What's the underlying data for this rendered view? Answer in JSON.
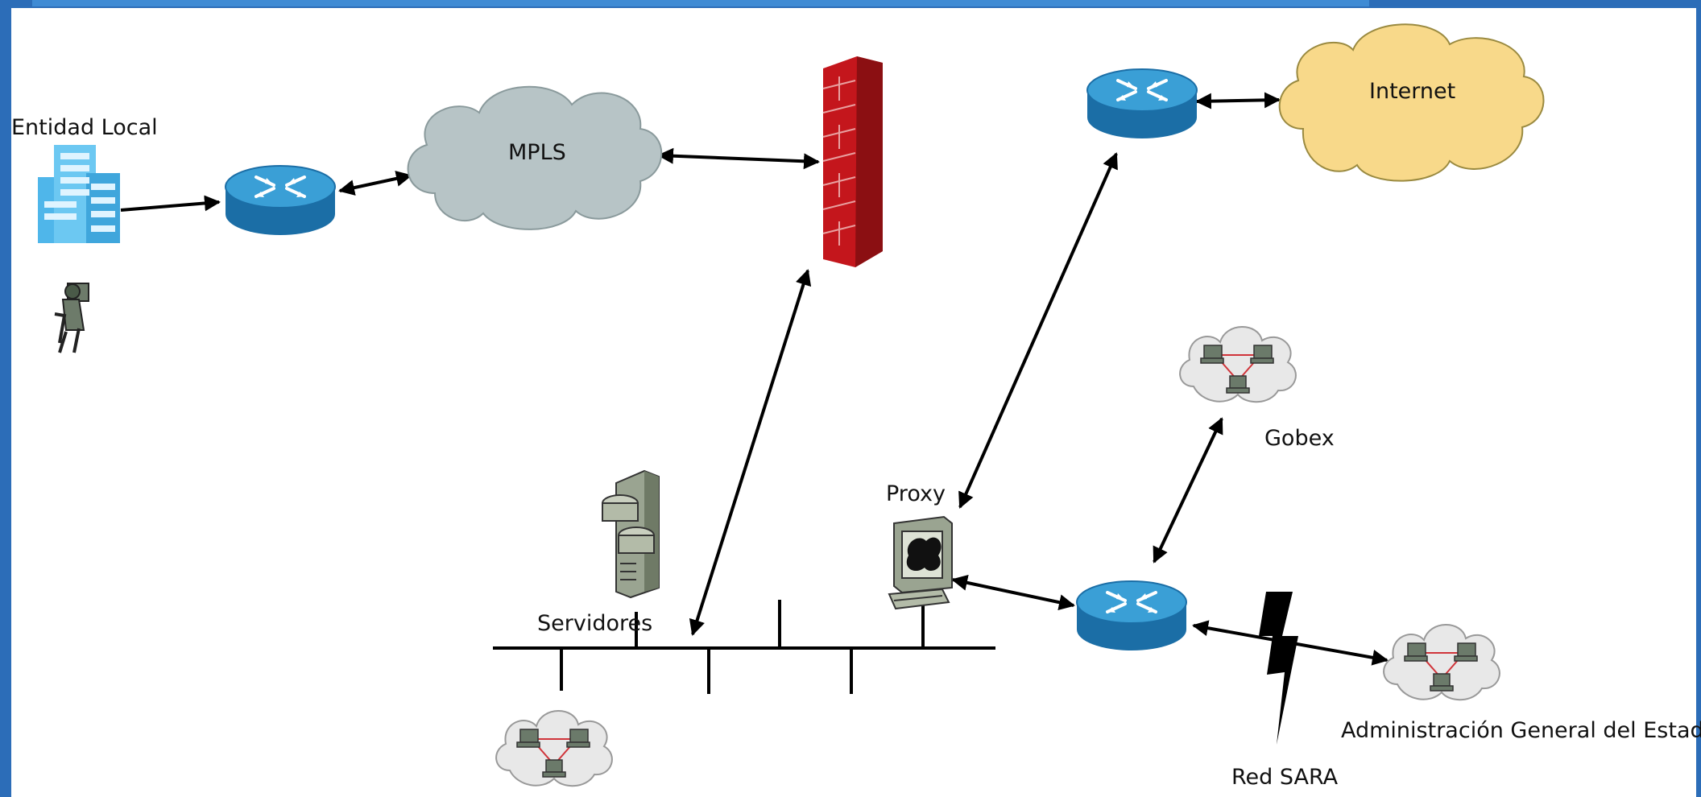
{
  "diagram": {
    "labels": {
      "entidad_local": "Entidad Local",
      "mpls": "MPLS",
      "internet": "Internet",
      "gobex": "Gobex",
      "proxy": "Proxy",
      "servidores": "Servidores",
      "red_sara": "Red SARA",
      "age": "Administración General del Estado"
    },
    "colors": {
      "frame": "#2c6db8",
      "canvas": "#ffffff",
      "router_top": "#3a9fd6",
      "router_side": "#1b6ea6",
      "mpls_cloud": "#b7c4c6",
      "internet_cloud": "#f8d98a",
      "firewall": "#c4161c",
      "arrow": "#000000"
    },
    "icons": [
      "building-icon",
      "user-at-computer-icon",
      "router-icon",
      "cloud-icon",
      "firewall-icon",
      "server-icon",
      "proxy-computer-icon",
      "network-cloud-icon",
      "lightning-bolt-icon"
    ]
  }
}
